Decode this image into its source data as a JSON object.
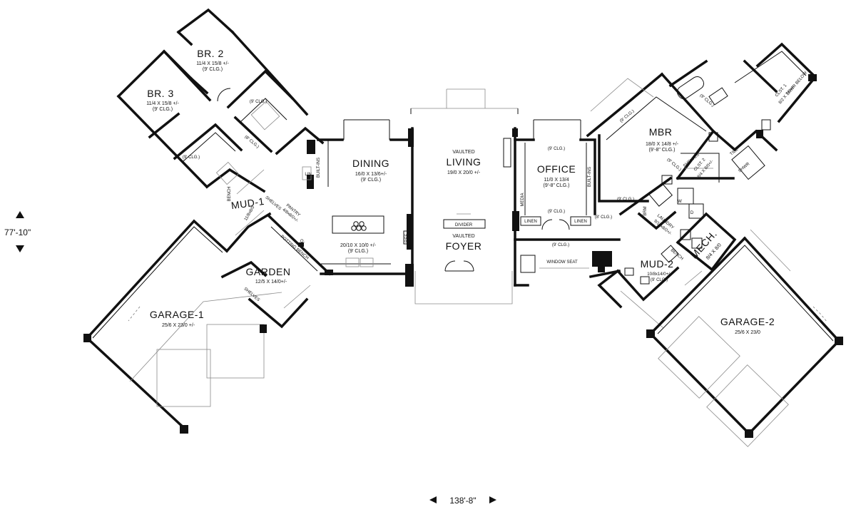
{
  "rooms": {
    "br2": {
      "name": "BR. 2",
      "size": "11/4 X 15/8 +/-",
      "clg": "(9' CLG.)"
    },
    "br3": {
      "name": "BR. 3",
      "size": "11/4 X 15/8 +/-",
      "clg": "(9' CLG.)"
    },
    "dining": {
      "name": "DINING",
      "size": "16/0 X 13/6+/-",
      "clg": "(9' CLG.)"
    },
    "living": {
      "pre": "VAULTED",
      "name": "LIVING",
      "size": "19/0 X 20/0 +/-"
    },
    "office": {
      "name": "OFFICE",
      "size": "11/0 X 13/4",
      "clg": "(9'-8\" CLG.)"
    },
    "mbr": {
      "name": "MBR",
      "size": "18/0 X 14/8 +/-",
      "clg": "(9'-8\" CLG.)"
    },
    "mud1": {
      "name": "MUD-1",
      "size": "11/8x8/0"
    },
    "kitchen": {
      "size": "20/10 X 10/0 +/-",
      "clg": "(9' CLG.)"
    },
    "foyer": {
      "pre": "VAULTED",
      "name": "FOYER"
    },
    "garden": {
      "name": "GARDEN",
      "size": "12/5 X 14/0+/-"
    },
    "garage1": {
      "name": "GARAGE-1",
      "size": "25/6 X 23/0 +/-"
    },
    "garage2": {
      "name": "GARAGE-2",
      "size": "25/6 X 23/0"
    },
    "mud2": {
      "name": "MUD-2",
      "size": "10/8x14/0+/-",
      "clg": "(9' CLG.)"
    },
    "mech": {
      "name": "MECH.",
      "size": "8/4 X 8/0"
    },
    "laundry": {
      "name": "LAUNDRY",
      "size": "9/10x8/0+/-"
    },
    "clst1": {
      "name": "CLST. 1",
      "size": "8/2 X 7/0+/-"
    },
    "clst2": {
      "name": "CLST. 2",
      "size": "8/4 X 8/0+/-"
    }
  },
  "labels": {
    "builtins": "BUILT-INS",
    "lin": "LIN",
    "linen": "LINEN",
    "bench": "BENCH",
    "shelves": "SHELVES",
    "pantry": "PANTRY",
    "pantry_size": "4/8x8/0+/-",
    "potting_bench": "POTTING BENCH",
    "divider": "DIVIDER",
    "ref": "REF",
    "media": "MEDIA",
    "window_seat": "WINDOW SEAT",
    "shwr": "SHWR",
    "tile": "TILE",
    "shwr_below": "SHWR BELOW",
    "brm": "BRM",
    "w": "W",
    "d": "D",
    "o": "O.",
    "clg9": "(9' CLG.)",
    "clg8": "(8' CLG.)"
  },
  "dimensions": {
    "height": "77'-10\"",
    "width": "138'-8\""
  }
}
